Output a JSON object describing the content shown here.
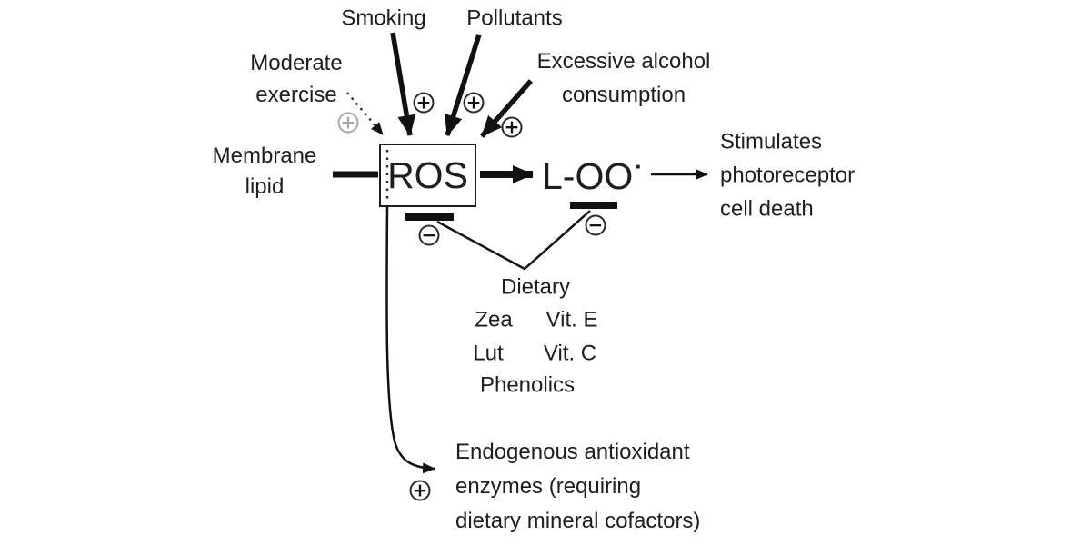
{
  "labels": {
    "smoking": "Smoking",
    "pollutants": "Pollutants",
    "moderate_exercise": [
      "Moderate",
      "exercise"
    ],
    "excessive_alcohol": [
      "Excessive alcohol",
      "consumption"
    ],
    "membrane_lipid": [
      "Membrane",
      "lipid"
    ],
    "ros": "ROS",
    "lipid_peroxyl": "L-OO",
    "radical_dot": "·",
    "photoreceptor_outcome": [
      "Stimulates",
      "photoreceptor",
      "cell death"
    ],
    "endogenous_enzymes": [
      "Endogenous antioxidant",
      "enzymes (requiring",
      "dietary mineral cofactors)"
    ]
  },
  "dietary": {
    "title": "Dietary",
    "rows": [
      [
        "Zea",
        "Vit. E"
      ],
      [
        "Lut",
        "Vit. C"
      ]
    ],
    "footer": "Phenolics"
  },
  "symbols": {
    "plus": "+",
    "minus": "−"
  },
  "colors": {
    "ink": "#1e1e1e",
    "muted_plus": "#a8a8a8"
  }
}
